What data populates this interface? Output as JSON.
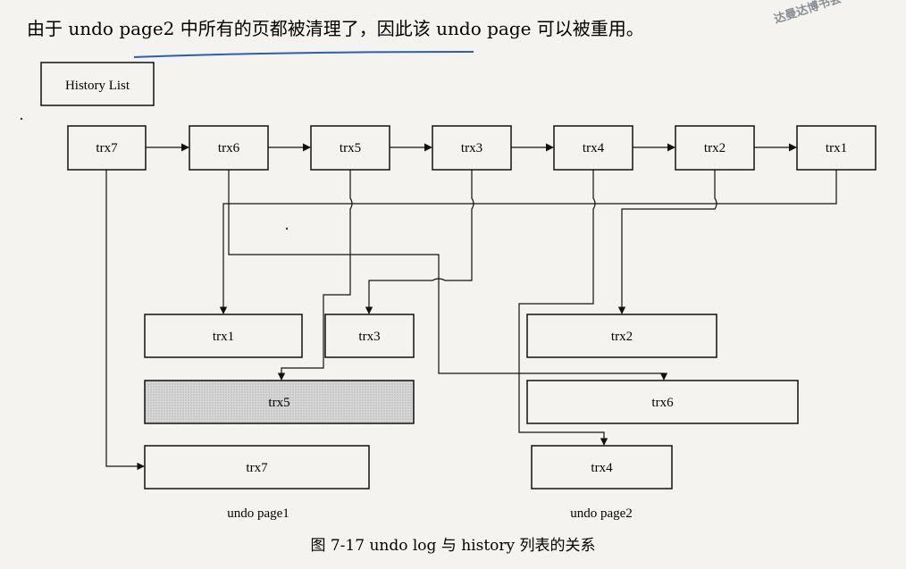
{
  "text": {
    "sentence": "由于 undo page2 中所有的页都被清理了，因此该 undo page 可以被重用。",
    "history_list_label": "History List",
    "caption": "图 7-17   undo log 与 history 列表的关系",
    "stamp": "达曼达博书会"
  },
  "history_list": [
    "trx7",
    "trx6",
    "trx5",
    "trx3",
    "trx4",
    "trx2",
    "trx1"
  ],
  "undo_page1": {
    "label": "undo page1",
    "records": [
      "trx1",
      "trx3",
      "trx5",
      "trx7"
    ],
    "purged_record": "trx5"
  },
  "undo_page2": {
    "label": "undo page2",
    "records": [
      "trx2",
      "trx6",
      "trx4"
    ]
  },
  "colors": {
    "ink": "#111111",
    "purged_fill": "#cfcfcf",
    "underline": "#2c5fb3",
    "stamp": "#8a8e96"
  }
}
